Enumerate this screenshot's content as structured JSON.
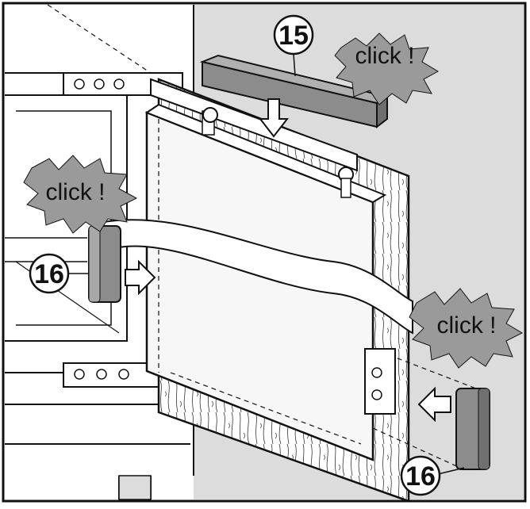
{
  "callouts": {
    "top_cover": "15",
    "left_cover": "16",
    "right_cover": "16"
  },
  "click_labels": {
    "top": "click !",
    "left": "click !",
    "right": "click !"
  },
  "colors": {
    "outline": "#111111",
    "wall_fill": "#dcdcdc",
    "burst_fill": "#9a9a9a",
    "cover_fill": "#8c8c8c",
    "panel_fill": "#f7f7f7",
    "wood_fill": "#ffffff"
  }
}
